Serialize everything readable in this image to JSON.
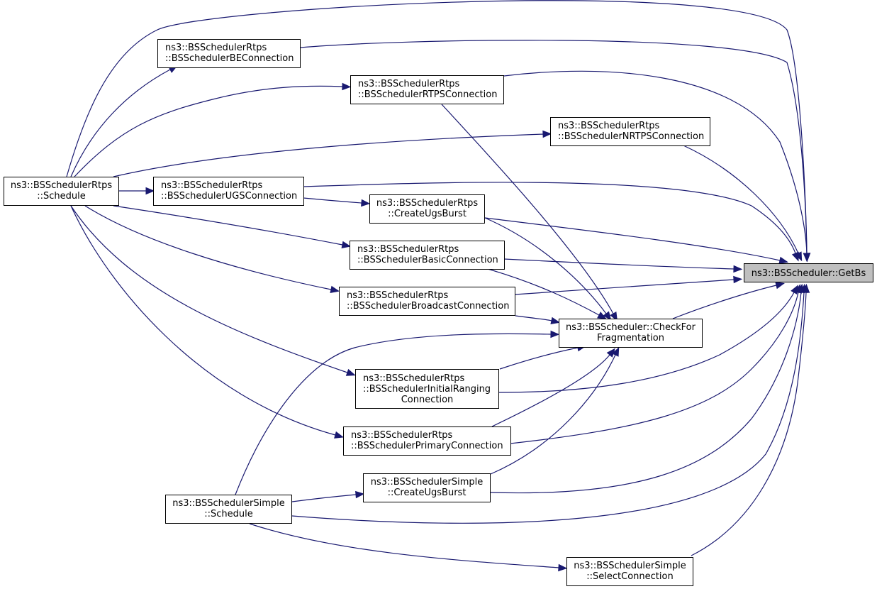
{
  "graph": {
    "nodes": [
      {
        "id": "getbs",
        "name": "node-bsscheduler-getbs",
        "lines": [
          "ns3::BSScheduler::GetBs"
        ],
        "highlight": true
      },
      {
        "id": "rtps_schedule",
        "name": "node-bsschedulerrtps-schedule",
        "lines": [
          "ns3::BSSchedulerRtps",
          "::Schedule"
        ]
      },
      {
        "id": "be",
        "name": "node-bsschedulerrtps-beconnection",
        "lines": [
          "ns3::BSSchedulerRtps",
          "::BSSchedulerBEConnection"
        ]
      },
      {
        "id": "rtpsconn",
        "name": "node-bsschedulerrtps-rtpsconnection",
        "lines": [
          "ns3::BSSchedulerRtps",
          "::BSSchedulerRTPSConnection"
        ]
      },
      {
        "id": "nrtps",
        "name": "node-bsschedulerrtps-nrtpsconnection",
        "lines": [
          "ns3::BSSchedulerRtps",
          "::BSSchedulerNRTPSConnection"
        ]
      },
      {
        "id": "ugs",
        "name": "node-bsschedulerrtps-ugsconnection",
        "lines": [
          "ns3::BSSchedulerRtps",
          "::BSSchedulerUGSConnection"
        ]
      },
      {
        "id": "rtps_cub",
        "name": "node-bsschedulerrtps-createugsburst",
        "lines": [
          "ns3::BSSchedulerRtps",
          "::CreateUgsBurst"
        ]
      },
      {
        "id": "basic",
        "name": "node-bsschedulerrtps-basicconnection",
        "lines": [
          "ns3::BSSchedulerRtps",
          "::BSSchedulerBasicConnection"
        ]
      },
      {
        "id": "bcast",
        "name": "node-bsschedulerrtps-broadcastconnection",
        "lines": [
          "ns3::BSSchedulerRtps",
          "::BSSchedulerBroadcastConnection"
        ]
      },
      {
        "id": "cff",
        "name": "node-bsscheduler-checkforfragmentation",
        "lines": [
          "ns3::BSScheduler::CheckFor",
          "Fragmentation"
        ]
      },
      {
        "id": "initrang",
        "name": "node-bsschedulerrtps-initialrangingconnection",
        "lines": [
          "ns3::BSSchedulerRtps",
          "::BSSchedulerInitialRanging",
          "Connection"
        ]
      },
      {
        "id": "primary",
        "name": "node-bsschedulerrtps-primaryconnection",
        "lines": [
          "ns3::BSSchedulerRtps",
          "::BSSchedulerPrimaryConnection"
        ]
      },
      {
        "id": "simple_cub",
        "name": "node-bsschedulersimple-createugsburst",
        "lines": [
          "ns3::BSSchedulerSimple",
          "::CreateUgsBurst"
        ]
      },
      {
        "id": "simple_schedule",
        "name": "node-bsschedulersimple-schedule",
        "lines": [
          "ns3::BSSchedulerSimple",
          "::Schedule"
        ]
      },
      {
        "id": "selconn",
        "name": "node-bsschedulersimple-selectconnection",
        "lines": [
          "ns3::BSSchedulerSimple",
          "::SelectConnection"
        ]
      }
    ],
    "edges": [
      {
        "from": "rtps_schedule",
        "to": "getbs"
      },
      {
        "from": "be",
        "to": "getbs"
      },
      {
        "from": "rtpsconn",
        "to": "getbs"
      },
      {
        "from": "nrtps",
        "to": "getbs"
      },
      {
        "from": "ugs",
        "to": "getbs"
      },
      {
        "from": "rtps_cub",
        "to": "getbs"
      },
      {
        "from": "basic",
        "to": "getbs"
      },
      {
        "from": "bcast",
        "to": "getbs"
      },
      {
        "from": "cff",
        "to": "getbs"
      },
      {
        "from": "initrang",
        "to": "getbs"
      },
      {
        "from": "primary",
        "to": "getbs"
      },
      {
        "from": "simple_cub",
        "to": "getbs"
      },
      {
        "from": "simple_schedule",
        "to": "getbs"
      },
      {
        "from": "selconn",
        "to": "getbs"
      },
      {
        "from": "rtps_schedule",
        "to": "be"
      },
      {
        "from": "rtps_schedule",
        "to": "rtpsconn"
      },
      {
        "from": "rtps_schedule",
        "to": "nrtps"
      },
      {
        "from": "rtps_schedule",
        "to": "ugs"
      },
      {
        "from": "rtps_schedule",
        "to": "basic"
      },
      {
        "from": "rtps_schedule",
        "to": "bcast"
      },
      {
        "from": "rtps_schedule",
        "to": "initrang"
      },
      {
        "from": "rtps_schedule",
        "to": "primary"
      },
      {
        "from": "ugs",
        "to": "rtps_cub"
      },
      {
        "from": "rtpsconn",
        "to": "cff"
      },
      {
        "from": "rtps_cub",
        "to": "cff"
      },
      {
        "from": "basic",
        "to": "cff"
      },
      {
        "from": "bcast",
        "to": "cff"
      },
      {
        "from": "initrang",
        "to": "cff"
      },
      {
        "from": "primary",
        "to": "cff"
      },
      {
        "from": "simple_cub",
        "to": "cff"
      },
      {
        "from": "simple_schedule",
        "to": "cff"
      },
      {
        "from": "simple_schedule",
        "to": "simple_cub"
      },
      {
        "from": "simple_schedule",
        "to": "selconn"
      }
    ],
    "colors": {
      "edge": "#191970",
      "highlight_fill": "#bfbfbf",
      "node_border": "#000000"
    }
  }
}
